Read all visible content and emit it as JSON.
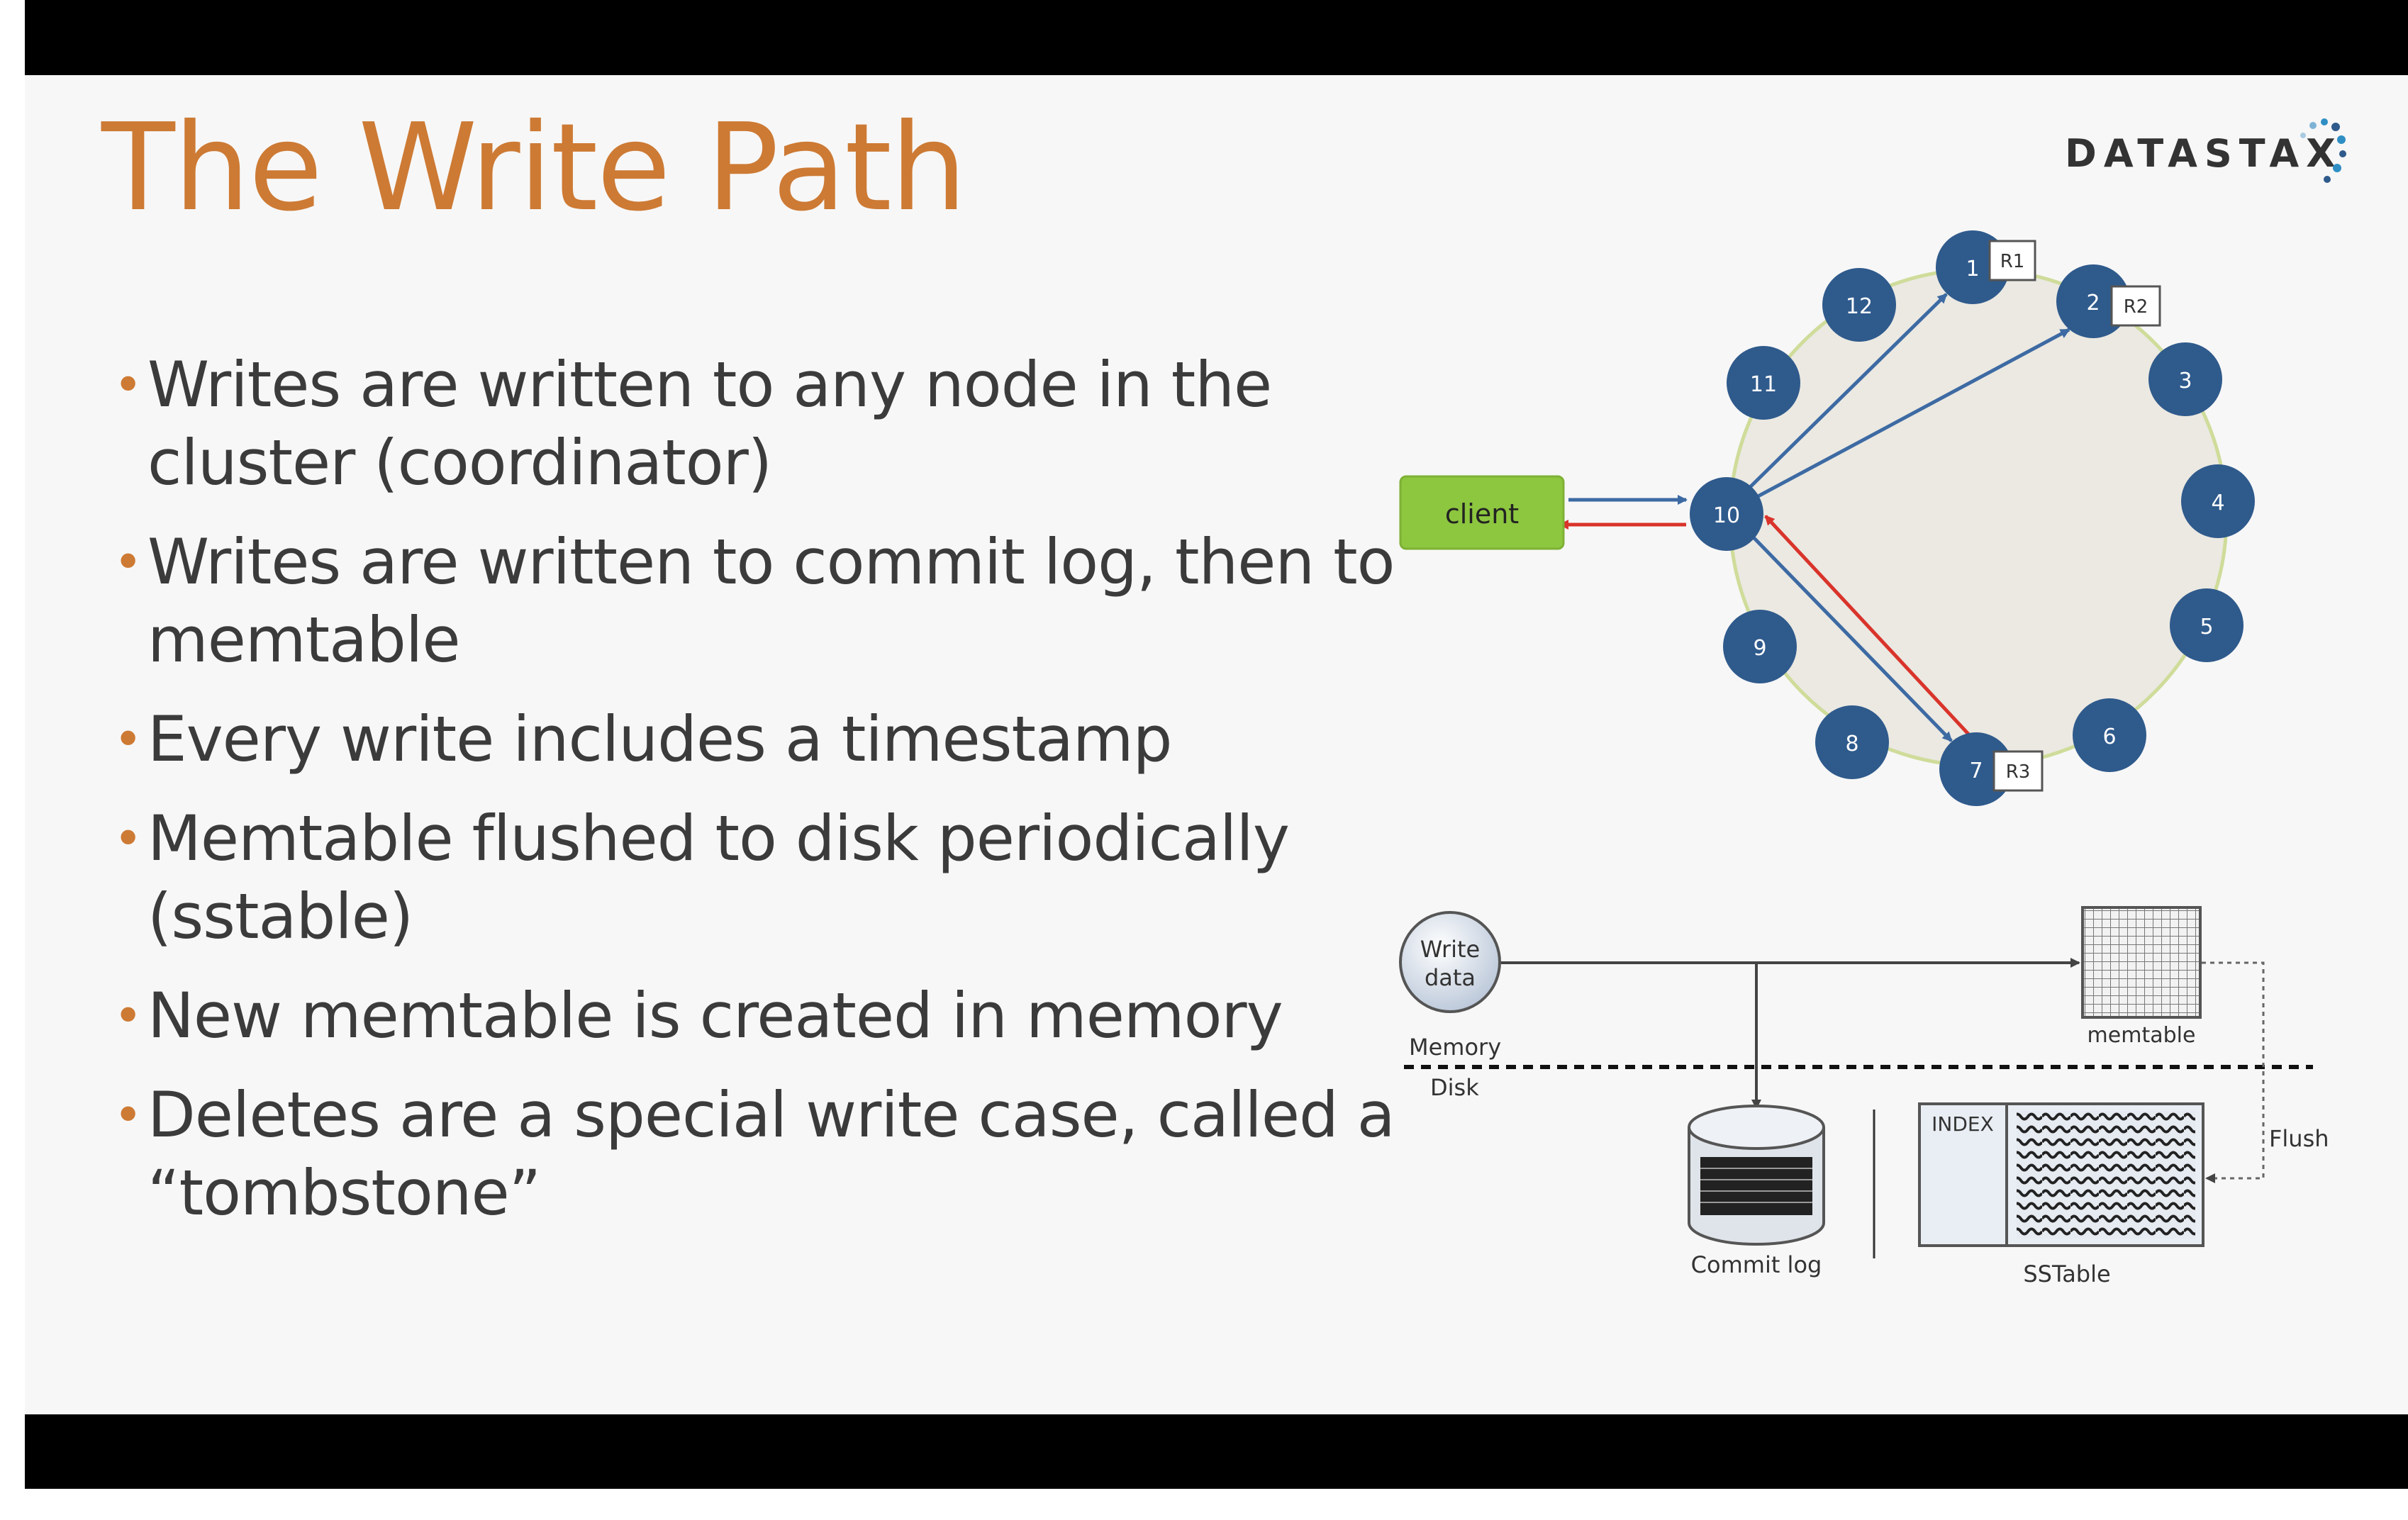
{
  "slide": {
    "title": "The Write Path",
    "logo_text": "DATASTAX",
    "bullets": [
      {
        "text": "Writes are written to any node in the cluster (coordinator)"
      },
      {
        "text": "Writes are written to commit log, then to memtable"
      },
      {
        "text": "Every write includes a timestamp"
      },
      {
        "text": "Memtable flushed to disk periodically (sstable)"
      },
      {
        "text": "New memtable is created in memory"
      },
      {
        "text": "Deletes are a special write case, called a “tombstone”"
      }
    ]
  },
  "ring_diagram": {
    "client_label": "client",
    "nodes": [
      "1",
      "2",
      "3",
      "4",
      "5",
      "6",
      "7",
      "8",
      "9",
      "10",
      "11",
      "12"
    ],
    "replica_labels": {
      "r1": "R1",
      "r2": "R2",
      "r3": "R3"
    }
  },
  "storage_diagram": {
    "write_data_lines": [
      "Write",
      "data"
    ],
    "memory_label": "Memory",
    "disk_label": "Disk",
    "memtable_label": "memtable",
    "commit_log_label": "Commit log",
    "index_label": "INDEX",
    "sstable_label": "SSTable",
    "flush_label": "Flush"
  },
  "colors": {
    "title": "#cd7a34",
    "bullet_dot": "#cd7a34",
    "node": "#2f5a8c",
    "client": "#8dc63f",
    "red_arrow": "#d9342b"
  }
}
